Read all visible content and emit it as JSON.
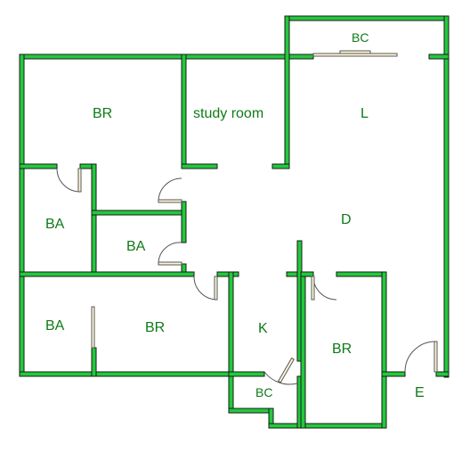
{
  "rooms": {
    "bedroom_nw": "BR",
    "study": "study room",
    "living": "L",
    "balcony_top": "BC",
    "bath_1": "BA",
    "bath_2": "BA",
    "bath_3": "BA",
    "dining": "D",
    "bedroom_sw": "BR",
    "kitchen": "K",
    "bedroom_se": "BR",
    "balcony_small": "BC",
    "entrance": "E"
  },
  "colors": {
    "wall": "#22c93c",
    "label": "#0f7a17",
    "door_leaf": "#fdf6d8"
  }
}
